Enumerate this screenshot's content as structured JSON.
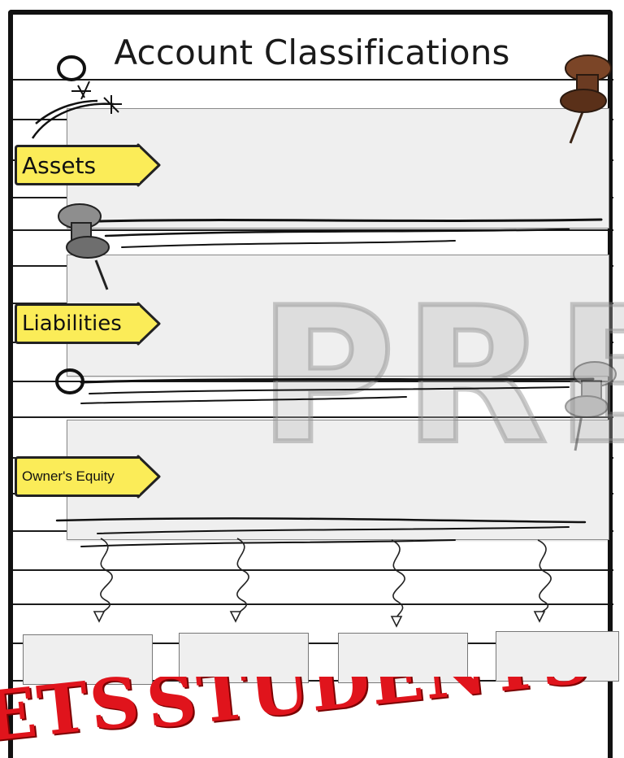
{
  "title": "Account Classifications",
  "labels": {
    "assets": "Assets",
    "liabilities": "Liabilities",
    "owners_equity": "Owner's Equity"
  },
  "watermark": {
    "text": "PREVIEW"
  },
  "banner": {
    "left_text": "ETS",
    "right_text": "STUDENTS"
  },
  "colors": {
    "tag_fill": "#fbec58",
    "box_fill": "#efefef",
    "pin_brown": "#6b3b22",
    "pin_gray": "#8a8a8a",
    "banner_red": "#e0141c"
  },
  "icons": [
    "pushpin-brown-icon",
    "pushpin-gray-icon",
    "pushpin-faded-icon",
    "squiggle-arrow-icon",
    "doodle-sparkle-icon"
  ]
}
